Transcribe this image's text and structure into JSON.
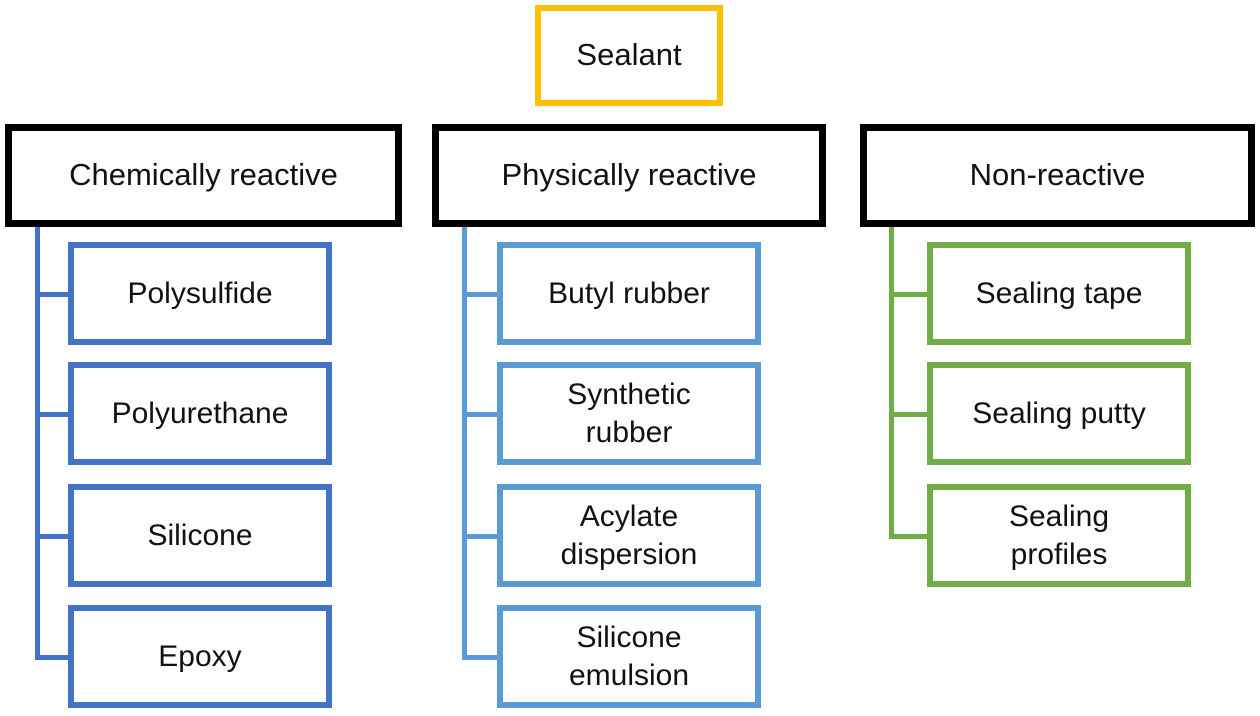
{
  "root": {
    "label": "Sealant",
    "color": "#ffc000"
  },
  "categories": [
    {
      "label": "Chemically reactive",
      "color": "#4472c4",
      "children": [
        "Polysulfide",
        "Polyurethane",
        "Silicone",
        "Epoxy"
      ]
    },
    {
      "label": "Physically reactive",
      "color": "#5b9bd5",
      "children": [
        "Butyl rubber",
        "Synthetic rubber",
        "Acylate dispersion",
        "Silicone emulsion"
      ]
    },
    {
      "label": "Non-reactive",
      "color": "#70ad47",
      "children": [
        "Sealing tape",
        "Sealing putty",
        "Sealing profiles"
      ]
    }
  ]
}
